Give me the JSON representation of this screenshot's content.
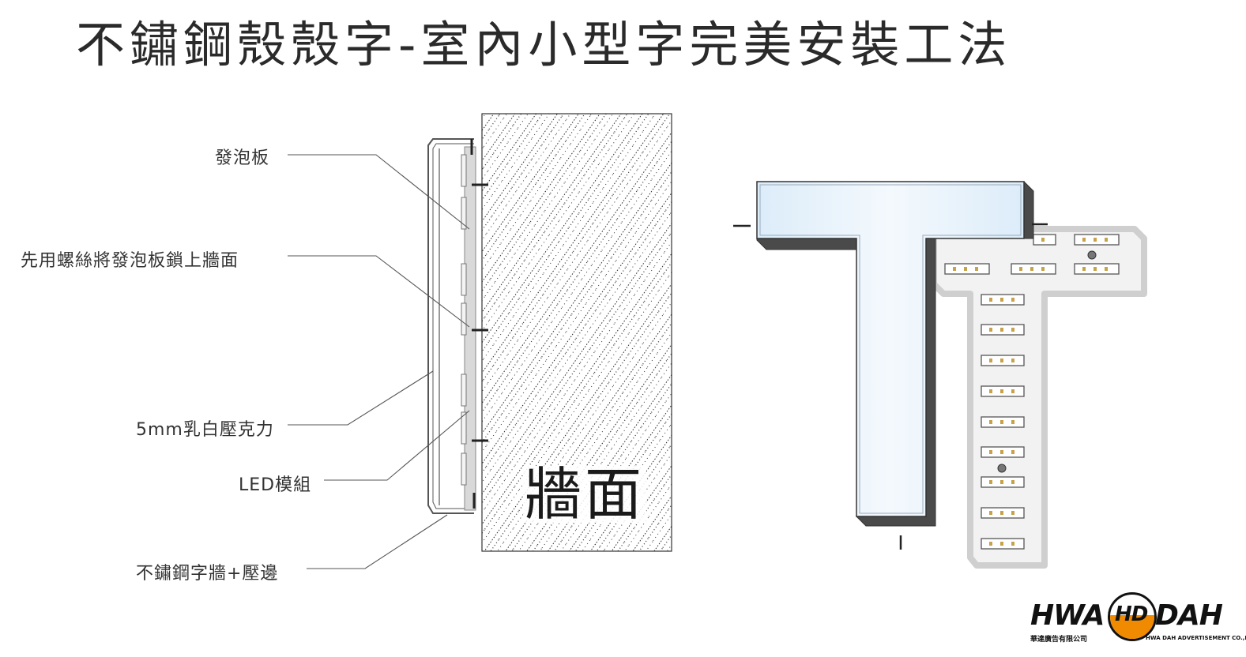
{
  "title": "不鏽鋼殼殼字-室內小型字完美安裝工法",
  "labels": {
    "foam_board": "發泡板",
    "screw_note": "先用螺絲將發泡板鎖上牆面",
    "acrylic": "5mm乳白壓克力",
    "led_module": "LED模組",
    "stainless": "不鏽鋼字牆+壓邊"
  },
  "wall_text": "牆面",
  "logo": {
    "left": "HWA",
    "mid": "HD",
    "right": "DAH",
    "sub_cn": "華達廣告有限公司",
    "sub_en": "HWA DAH ADVERTISEMENT CO.,LTD."
  },
  "colors": {
    "line": "#555555",
    "letter_face": "#e6f2fb",
    "letter_side": "#4a4a4a",
    "foam": "#d9d9d9",
    "logo_accent": "#f08a00"
  }
}
